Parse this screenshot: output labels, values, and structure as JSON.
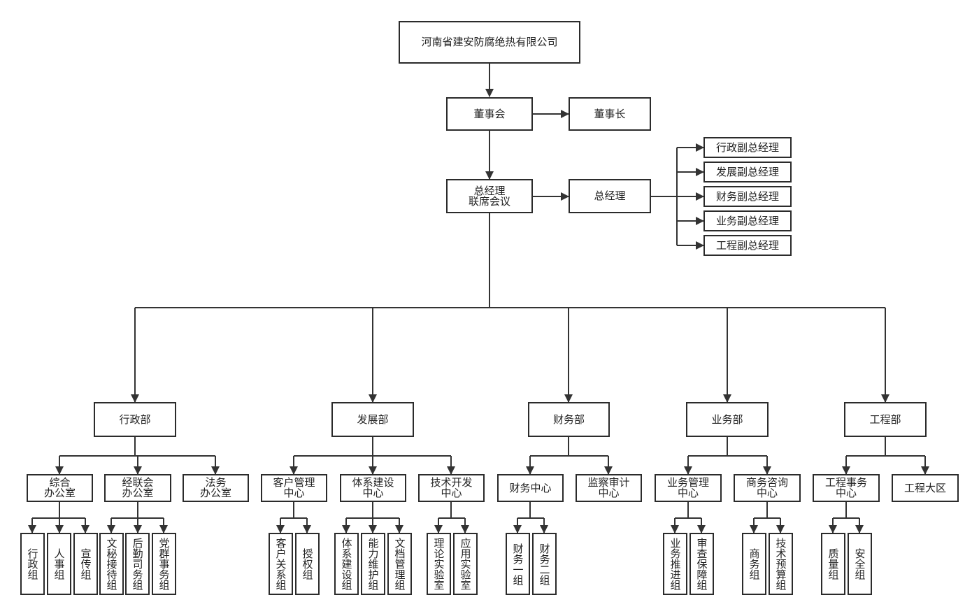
{
  "company": "河南省建安防腐绝热有限公司",
  "board": "董事会",
  "chairman": "董事长",
  "gm_meeting": "总经理\n联席会议",
  "gm": "总经理",
  "vice_gms": [
    "行政副总经理",
    "发展副总经理",
    "财务副总经理",
    "业务副总经理",
    "工程副总经理"
  ],
  "departments": [
    "行政部",
    "发展部",
    "财务部",
    "业务部",
    "工程部"
  ],
  "sub_units": [
    "综合\n办公室",
    "经联会\n办公室",
    "法务\n办公室",
    "客户管理\n中心",
    "体系建设\n中心",
    "技术开发\n中心",
    "财务中心",
    "监察审计\n中心",
    "业务管理\n中心",
    "商务咨询\n中心",
    "工程事务\n中心",
    "工程大区"
  ],
  "groups": [
    "行政组",
    "人事组",
    "宣传组",
    "文秘接待组",
    "后勤司务组",
    "党群事务组",
    "客户关系组",
    "授权组",
    "体系建设组",
    "能力维护组",
    "文档管理组",
    "理论实验室",
    "应用实验室",
    "财务一组",
    "财务二组",
    "业务推进组",
    "审查保障组",
    "商务组",
    "技术预算组",
    "质量组",
    "安全组"
  ]
}
